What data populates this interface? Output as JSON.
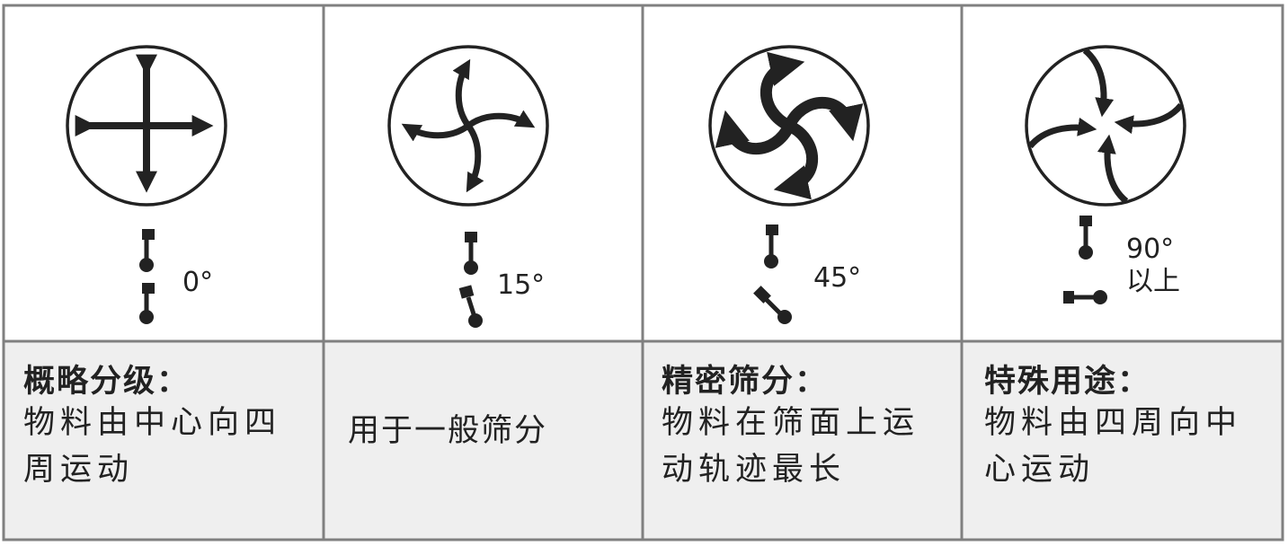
{
  "columns": [
    {
      "id": "radial",
      "angle_lines": [
        "0°"
      ],
      "title": "概略分级：",
      "desc_lines": [
        "物料由中心向四",
        "周运动"
      ]
    },
    {
      "id": "swirl15",
      "angle_lines": [
        "15°"
      ],
      "title": "",
      "desc_lines": [
        "用于一般筛分"
      ]
    },
    {
      "id": "spiral45",
      "angle_lines": [
        "45°"
      ],
      "title": "精密筛分：",
      "desc_lines": [
        "物料在筛面上运",
        "动轨迹最长"
      ]
    },
    {
      "id": "inward90",
      "angle_lines": [
        "90°",
        "以上"
      ],
      "title": "特殊用途：",
      "desc_lines": [
        "物料由四周向中",
        "心运动"
      ]
    }
  ],
  "colors": {
    "stroke": "#222222",
    "border": "#808080",
    "text_bg": "#efefef",
    "icon_bg": "#ffffff"
  }
}
